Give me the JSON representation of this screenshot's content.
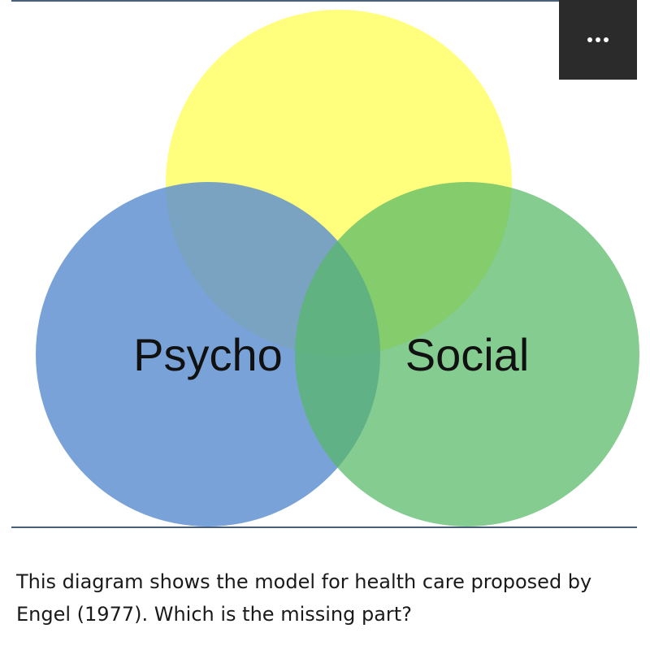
{
  "diagram": {
    "type": "venn",
    "circles": [
      {
        "id": "top",
        "label": "",
        "color": "#ffff66"
      },
      {
        "id": "left",
        "label": "Psycho",
        "color": "#5b8fcf"
      },
      {
        "id": "right",
        "label": "Social",
        "color": "#6cc27a"
      }
    ]
  },
  "toolbar": {
    "more_icon": "more-horizontal-icon"
  },
  "caption": {
    "text": "This diagram shows the model for health care proposed by Engel (1977). Which is the missing part?"
  }
}
